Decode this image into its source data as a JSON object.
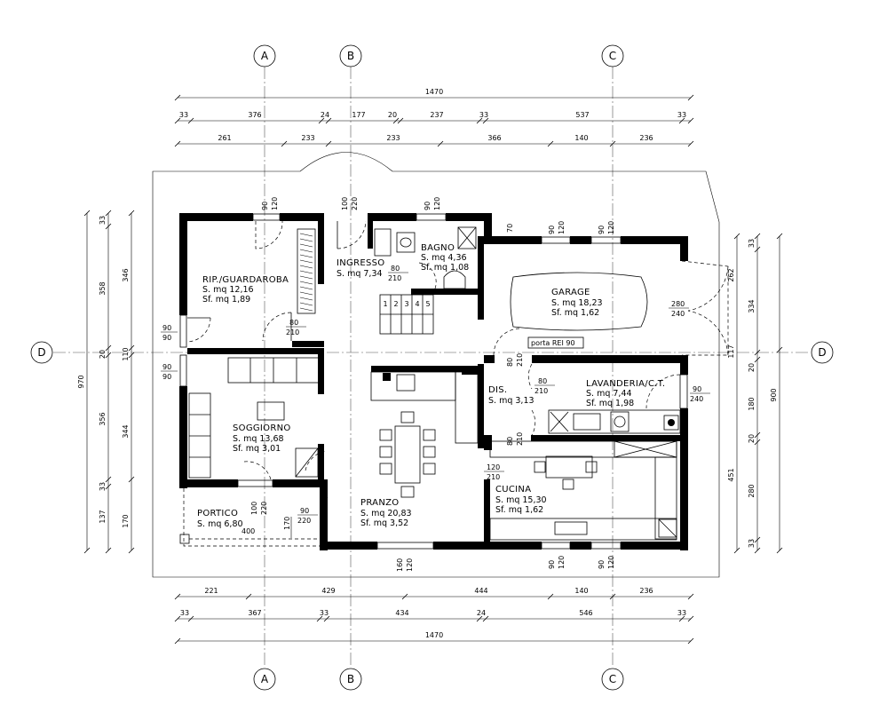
{
  "axes": {
    "top": [
      "A",
      "B",
      "C"
    ],
    "bottom": [
      "A",
      "B",
      "C"
    ],
    "left": "D",
    "right": "D"
  },
  "dims": {
    "top_total": "1470",
    "top_row2": [
      "33",
      "376",
      "24",
      "177",
      "20",
      "237",
      "33",
      "537",
      "33"
    ],
    "top_row3": [
      "261",
      "233",
      "233",
      "366",
      "140",
      "236"
    ],
    "bottom_row1": [
      "221",
      "429",
      "444",
      "140",
      "236"
    ],
    "bottom_row2": [
      "33",
      "367",
      "33",
      "434",
      "24",
      "546",
      "33"
    ],
    "bottom_total": "1470",
    "left_total": "970",
    "left_row2": [
      "33",
      "358",
      "20",
      "356",
      "33",
      "137"
    ],
    "left_row3": [
      "346",
      "110",
      "344",
      "170"
    ],
    "right_total": "900",
    "right_row2": [
      "33",
      "334",
      "20",
      "180",
      "20",
      "280",
      "33"
    ],
    "right_row3": [
      "262",
      "117",
      "451"
    ]
  },
  "rooms": [
    {
      "name": "RIP./GUARDAROBA",
      "area": "S. mq 12,16",
      "sf": "Sf. mq 1,89"
    },
    {
      "name": "INGRESSO",
      "area": "S. mq 7,34"
    },
    {
      "name": "BAGNO",
      "area": "S. mq 4,36",
      "sf": "Sf. mq 1,08"
    },
    {
      "name": "GARAGE",
      "area": "S. mq 18,23",
      "sf": "Sf. mq 1,62"
    },
    {
      "name": "LAVANDERIA/C.T.",
      "area": "S. mq 7,44",
      "sf": "Sf. mq 1,98"
    },
    {
      "name": "DIS.",
      "area": "S. mq 3,13"
    },
    {
      "name": "SOGGIORNO",
      "area": "S. mq 13,68",
      "sf": "Sf. mq 3,01"
    },
    {
      "name": "PRANZO",
      "area": "S. mq 20,83",
      "sf": "Sf. mq 3,52"
    },
    {
      "name": "CUCINA",
      "area": "S. mq 15,30",
      "sf": "Sf. mq 1,62"
    },
    {
      "name": "PORTICO",
      "area": "S. mq 6,80"
    }
  ],
  "openings": {
    "w_top1": [
      "90",
      "120"
    ],
    "door_ingresso": [
      "100",
      "220"
    ],
    "w_bagno": [
      "90",
      "120"
    ],
    "step_70": "70",
    "w_garage1": [
      "90",
      "120"
    ],
    "w_garage2": [
      "90",
      "120"
    ],
    "d_bagno": [
      "80",
      "210"
    ],
    "d_rip": [
      "80",
      "210"
    ],
    "w_left1": [
      "90",
      "90"
    ],
    "w_left2": [
      "90",
      "90"
    ],
    "d_garage": [
      "280",
      "240"
    ],
    "d_lav_dis": [
      "80",
      "210"
    ],
    "d_lav": [
      "80",
      "210"
    ],
    "d_lav_ext": [
      "90",
      "240"
    ],
    "d_dis_cuc": [
      "80",
      "210"
    ],
    "d_cucina": [
      "120",
      "210"
    ],
    "porta_rei": "porta REI 90",
    "w_sog_bottom": [
      "100",
      "220"
    ],
    "d_pranzo_ext": [
      "90",
      "220"
    ],
    "w_pranzo_bottom": [
      "160",
      "120"
    ],
    "w_cucina1": [
      "90",
      "120"
    ],
    "w_cucina2": [
      "90",
      "120"
    ],
    "portico_400": "400",
    "portico_170": "170"
  },
  "stairs": [
    "1",
    "2",
    "3",
    "4",
    "5"
  ]
}
